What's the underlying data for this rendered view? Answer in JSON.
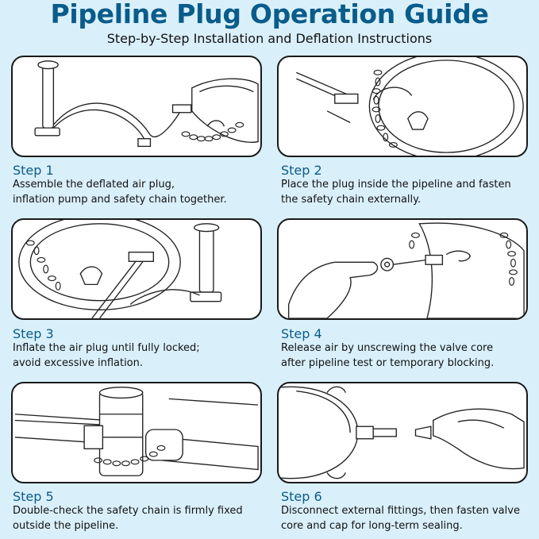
{
  "header": {
    "title": "Pipeline Plug Operation Guide",
    "subtitle": "Step-by-Step Installation and Deflation Instructions"
  },
  "steps": [
    {
      "label": "Step 1",
      "lines": [
        "Assemble the deflated air plug,",
        "inflation pump and safety chain together."
      ]
    },
    {
      "label": "Step 2",
      "lines": [
        "Place the plug inside the pipeline and fasten",
        "the safety chain externally."
      ]
    },
    {
      "label": "Step 3",
      "lines": [
        "Inflate the air plug until fully locked;",
        "avoid excessive inflation."
      ]
    },
    {
      "label": "Step 4",
      "lines": [
        "Release air by unscrewing the valve core",
        "after pipeline test or temporary blocking."
      ]
    },
    {
      "label": "Step 5",
      "lines": [
        "Double-check the safety chain is firmly fixed",
        "outside the pipeline."
      ]
    },
    {
      "label": "Step 6",
      "lines": [
        "Disconnect external fittings, then fasten valve",
        "core and cap for long-term sealing."
      ]
    }
  ],
  "colors": {
    "background": "#d9f0fb",
    "title": "#0a5c8a",
    "panel_border": "#1a1a1a"
  }
}
